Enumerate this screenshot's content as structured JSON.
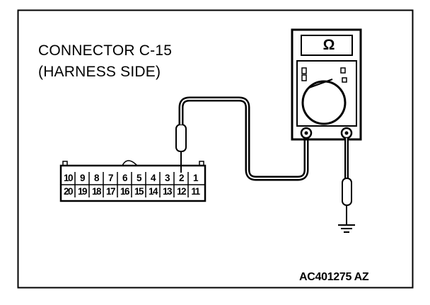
{
  "diagram": {
    "title_line1": "CONNECTOR C-15",
    "title_line2": "(HARNESS SIDE)",
    "figure_code": "AC401275 AZ",
    "meter_symbol": "Ω",
    "connector_top_row": [
      "10",
      "9",
      "8",
      "7",
      "6",
      "5",
      "4",
      "3",
      "2",
      "1"
    ],
    "connector_bottom_row": [
      "20",
      "19",
      "18",
      "17",
      "16",
      "15",
      "14",
      "13",
      "12",
      "11"
    ],
    "line_color": "#000000",
    "background_color": "#ffffff"
  }
}
